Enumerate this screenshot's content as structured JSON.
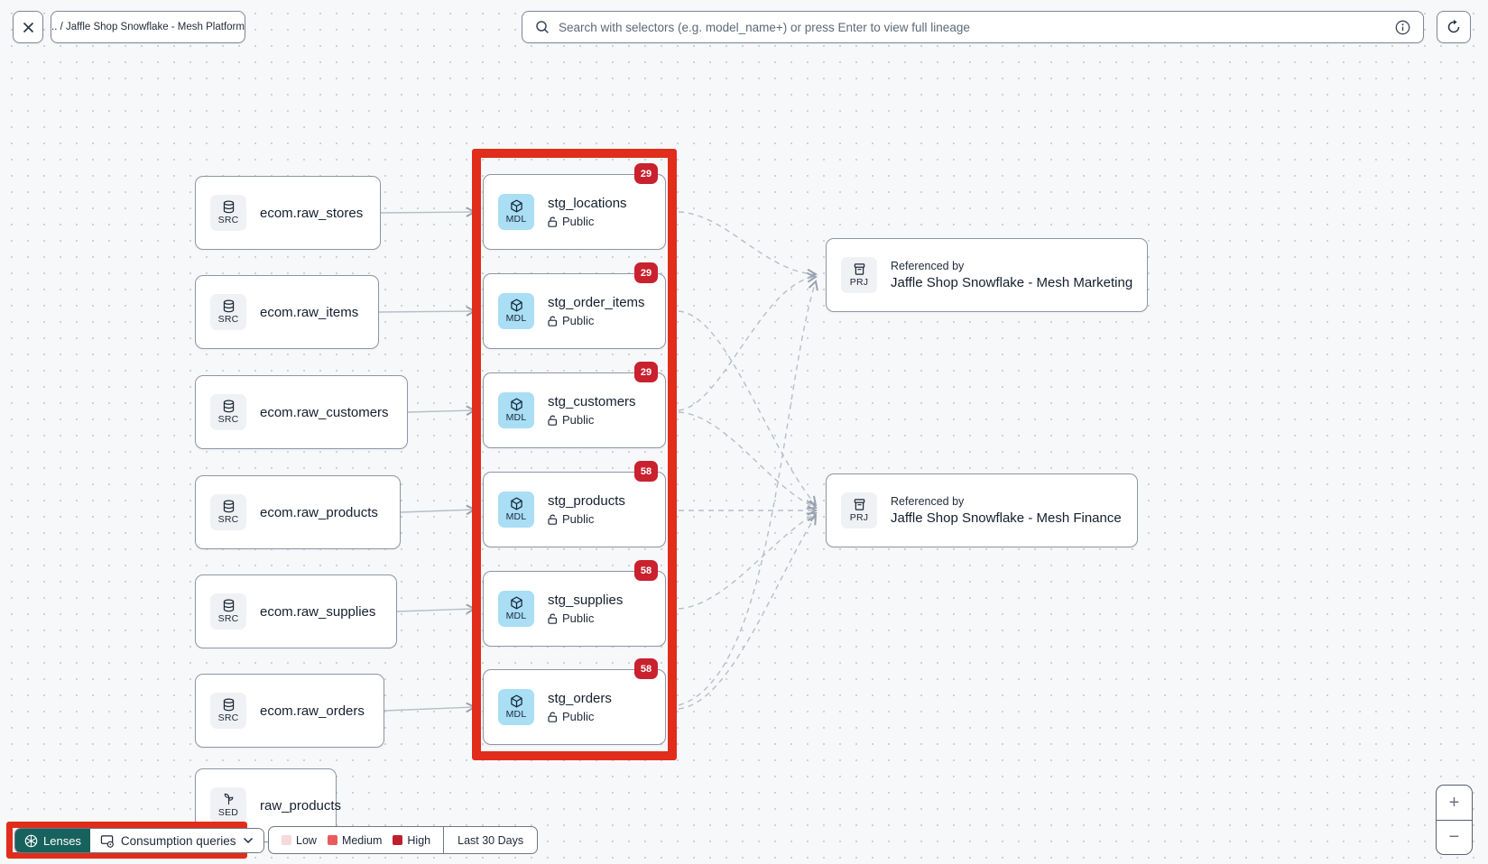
{
  "topbar": {
    "breadcrumb": ".. / Jaffle Shop Snowflake - Mesh Platform",
    "search": {
      "placeholder": "Search with selectors (e.g. model_name+) or press Enter to view full lineage"
    }
  },
  "graph": {
    "sources": [
      {
        "badge": "SRC",
        "label": "ecom.raw_stores"
      },
      {
        "badge": "SRC",
        "label": "ecom.raw_items"
      },
      {
        "badge": "SRC",
        "label": "ecom.raw_customers"
      },
      {
        "badge": "SRC",
        "label": "ecom.raw_products"
      },
      {
        "badge": "SRC",
        "label": "ecom.raw_supplies"
      },
      {
        "badge": "SRC",
        "label": "ecom.raw_orders"
      }
    ],
    "models": [
      {
        "badge": "MDL",
        "label": "stg_locations",
        "access": "Public",
        "count": "29"
      },
      {
        "badge": "MDL",
        "label": "stg_order_items",
        "access": "Public",
        "count": "29"
      },
      {
        "badge": "MDL",
        "label": "stg_customers",
        "access": "Public",
        "count": "29"
      },
      {
        "badge": "MDL",
        "label": "stg_products",
        "access": "Public",
        "count": "58"
      },
      {
        "badge": "MDL",
        "label": "stg_supplies",
        "access": "Public",
        "count": "58"
      },
      {
        "badge": "MDL",
        "label": "stg_orders",
        "access": "Public",
        "count": "58"
      }
    ],
    "projects": [
      {
        "badge": "PRJ",
        "kicker": "Referenced by",
        "label": "Jaffle Shop Snowflake - Mesh Marketing"
      },
      {
        "badge": "PRJ",
        "kicker": "Referenced by",
        "label": "Jaffle Shop Snowflake - Mesh Finance"
      }
    ],
    "seed": {
      "badge": "SED",
      "label": "raw_products"
    }
  },
  "toolbar": {
    "lenses_label": "Lenses",
    "lens_selected": "Consumption queries",
    "legend": [
      {
        "label": "Low",
        "color": "#f6d9d9"
      },
      {
        "label": "Medium",
        "color": "#e85c5e"
      },
      {
        "label": "High",
        "color": "#bf1f2c"
      }
    ],
    "time_range": "Last 30 Days"
  },
  "zoom_controls": {
    "zoom_in": "+",
    "zoom_out": "−"
  },
  "colors": {
    "accent_teal": "#17625d",
    "highlight_red": "#e02d1c",
    "badge_red": "#c9212e"
  }
}
